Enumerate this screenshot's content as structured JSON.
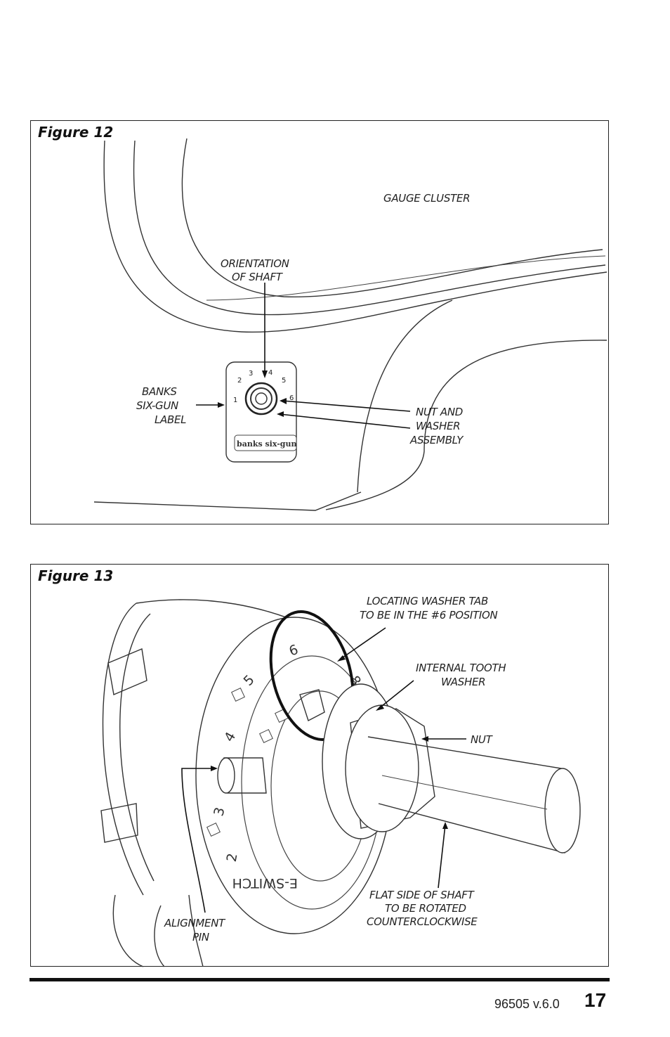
{
  "figure12": {
    "title": "Figure 12",
    "labels": {
      "gauge_cluster": "GAUGE CLUSTER",
      "orientation_line1": "ORIENTATION",
      "orientation_line2": "OF SHAFT",
      "banks_line1": "BANKS",
      "banks_line2": "SIX-GUN",
      "banks_line3": "LABEL",
      "nut_line1": "NUT AND",
      "nut_line2": "WASHER",
      "nut_line3": "ASSEMBLY"
    },
    "dial_numbers": [
      "1",
      "2",
      "3",
      "4",
      "5",
      "6"
    ],
    "brand_logo": "banks six-gun"
  },
  "figure13": {
    "title": "Figure 13",
    "labels": {
      "locating_line1": "LOCATING WASHER TAB",
      "locating_line2": "TO BE IN THE #6 POSITION",
      "internal_line1": "INTERNAL TOOTH",
      "internal_line2": "WASHER",
      "nut": "NUT",
      "flat_line1": "FLAT SIDE OF SHAFT",
      "flat_line2": "TO BE ROTATED",
      "flat_line3": "COUNTERCLOCKWISE",
      "alignment_line1": "ALIGNMENT",
      "alignment_line2": "PIN"
    },
    "dial_numbers": [
      "2",
      "3",
      "4",
      "5",
      "6",
      "8"
    ],
    "brand": "E-SWITCH"
  },
  "footer": {
    "code": "96505 v.6.0",
    "page": "17"
  }
}
